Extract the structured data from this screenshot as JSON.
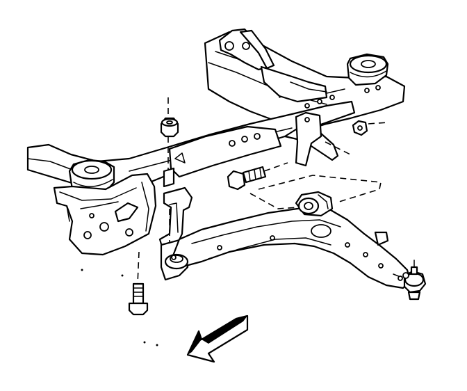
{
  "diagram": {
    "style": "technical line drawing",
    "line_color": "#000000",
    "background_color": "#ffffff",
    "parts": [
      "front-crossmember",
      "subframe-side-rail",
      "rear-body-mount-cushion",
      "front-body-mount-cushion",
      "engine-mount-bracket",
      "lower-control-arm",
      "front-bushing-bracket",
      "front-bushing",
      "rear-bushing",
      "ball-joint",
      "bushing-bolt",
      "bushing-nut",
      "rear-bracket-bolt",
      "rear-bracket-nut",
      "rear-bushing-bracket"
    ],
    "direction_arrow": "forward-left"
  }
}
